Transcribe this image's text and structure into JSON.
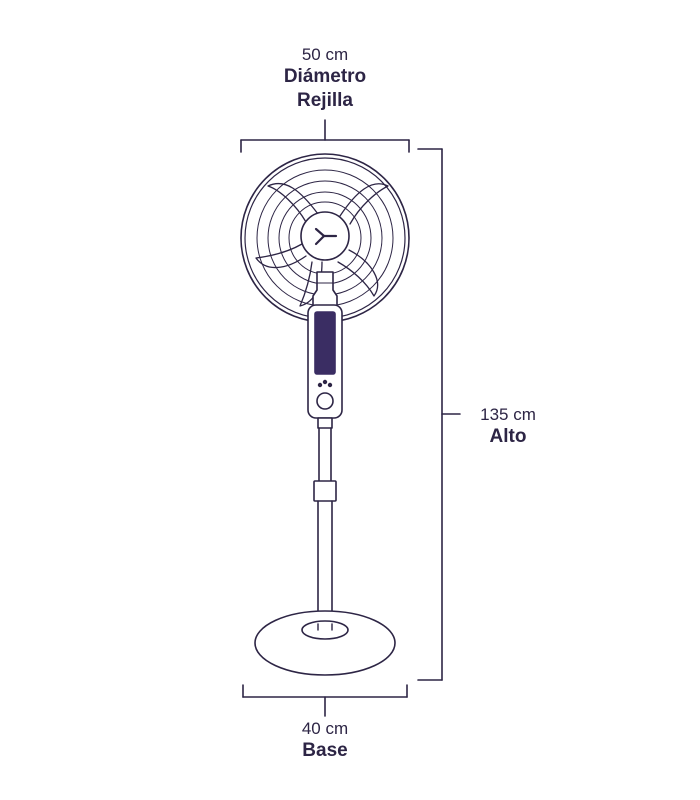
{
  "dimensions": {
    "grille": {
      "value": "50 cm",
      "name_line1": "Diámetro",
      "name_line2": "Rejilla"
    },
    "height": {
      "value": "135 cm",
      "name": "Alto"
    },
    "base": {
      "value": "40 cm",
      "name": "Base"
    }
  },
  "colors": {
    "outline": "#2d2545",
    "panel": "#3a2d63",
    "background": "#ffffff"
  },
  "icons": {
    "hub_logo": "y-logo-icon"
  }
}
